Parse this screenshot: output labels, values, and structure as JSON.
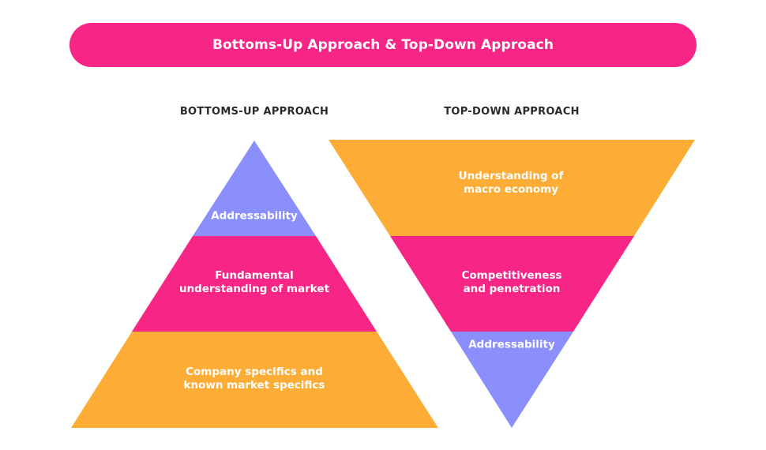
{
  "title": "Bottoms-Up Approach & Top-Down Approach",
  "colors": {
    "banner": "#f72585",
    "purple": "#8b8ffc",
    "pink": "#f72585",
    "orange": "#fdac36"
  },
  "bottoms_up": {
    "heading": "BOTTOMS-UP APPROACH",
    "layers": [
      {
        "lines": [
          "Addressability"
        ],
        "color": "#8b8ffc"
      },
      {
        "lines": [
          "Fundamental",
          "understanding of market"
        ],
        "color": "#f72585"
      },
      {
        "lines": [
          "Company specifics and",
          "known market specifics"
        ],
        "color": "#fdac36"
      }
    ]
  },
  "top_down": {
    "heading": "TOP-DOWN APPROACH",
    "layers": [
      {
        "lines": [
          "Understanding of",
          "macro economy"
        ],
        "color": "#fdac36"
      },
      {
        "lines": [
          "Competitiveness",
          "and penetration"
        ],
        "color": "#f72585"
      },
      {
        "lines": [
          "Addressability"
        ],
        "color": "#8b8ffc"
      }
    ]
  }
}
